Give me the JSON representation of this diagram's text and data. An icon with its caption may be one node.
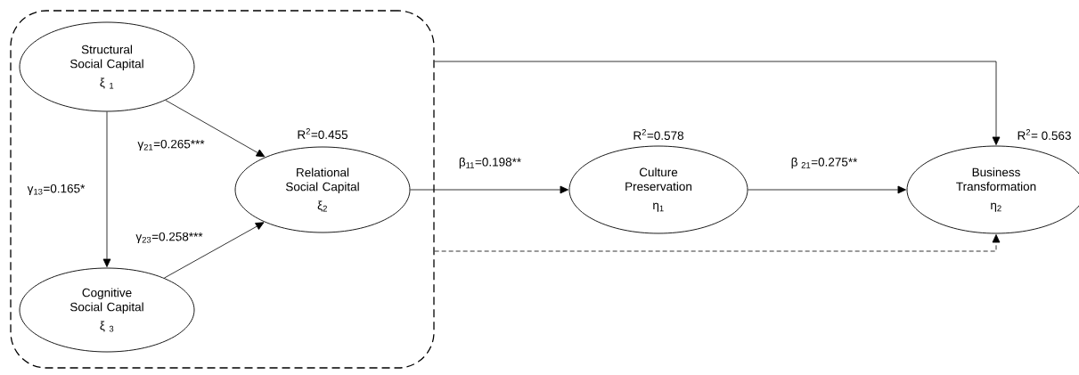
{
  "diagram": {
    "nodes": [
      {
        "text": [],
        "shape": "box"
      },
      {
        "text": [
          "Structural Social Capital",
          "ξ $_{1}$"
        ],
        "in": 0
      },
      {
        "text": [
          "Relational Social Capital",
          "ξ$_{2}$"
        ],
        "in": 0,
        "beside": [
          "R$^{2}$=0.455"
        ]
      },
      {
        "text": [
          "Cognitive Social Capital",
          "ξ $_{3}$"
        ],
        "in": 0
      },
      {
        "text": [
          "Culture Preservation",
          "η$_{1}$"
        ],
        "beside": [
          "R$^{2}$=0.578"
        ]
      },
      {
        "text": [
          "Business Transformation",
          "η$_{2}$"
        ],
        "beside": [
          "R$^{2}$= 0.563"
        ]
      }
    ],
    "edges": [
      {
        "from": 1,
        "to": 3,
        "arrow": "to",
        "label": "γ$_{13}$=0.165*"
      },
      {
        "from": 1,
        "to": 2,
        "arrow": "to",
        "label": "γ$_{21}$=0.265***"
      },
      {
        "from": 3,
        "to": 2,
        "arrow": "to",
        "label": "γ$_{23}$=0.258***"
      },
      {
        "from": 2,
        "to": 4,
        "arrow": "to",
        "label": "β$_{11}$=0.198**"
      },
      {
        "from": 4,
        "to": 5,
        "arrow": "to",
        "label": "β $_{21}$=0.275**"
      },
      {
        "from": 0,
        "to": 5,
        "arrow": "to"
      },
      {
        "from": 0,
        "to": 5,
        "arrow": "to",
        "style": "dashed"
      }
    ]
  }
}
